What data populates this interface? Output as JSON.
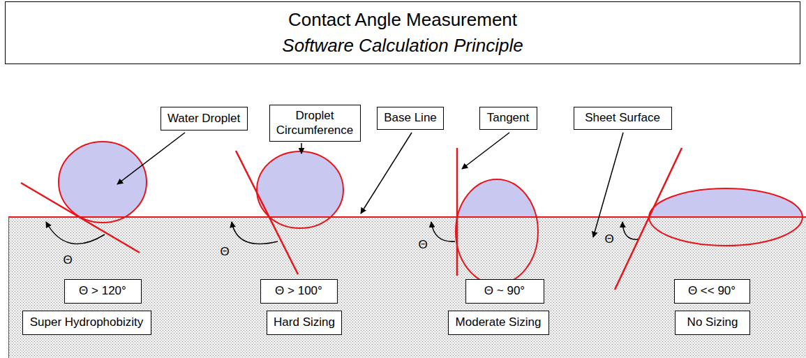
{
  "diagram": {
    "nodes": [
      {
        "text": [
          "Contact Angle Measurement",
          "Software Calculation Principle"
        ]
      },
      {
        "text": [
          "Water Droplet"
        ]
      },
      {
        "text": [
          "Droplet Circumference"
        ]
      },
      {
        "text": [
          "Base Line"
        ]
      },
      {
        "text": [
          "Tangent"
        ]
      },
      {
        "text": [
          "Sheet Surface"
        ]
      },
      {
        "text": [
          "Θ > 120°"
        ]
      },
      {
        "text": [
          "Θ > 100°"
        ]
      },
      {
        "text": [
          "Θ ~ 90°"
        ]
      },
      {
        "text": [
          "Θ << 90°"
        ]
      },
      {
        "text": [
          "Super Hydrophobizity"
        ]
      },
      {
        "text": [
          "Hard Sizing"
        ]
      },
      {
        "text": [
          "Moderate Sizing"
        ]
      },
      {
        "text": [
          "No Sizing"
        ]
      }
    ],
    "labels": [
      "Θ",
      "Θ",
      "Θ",
      "Θ"
    ]
  }
}
